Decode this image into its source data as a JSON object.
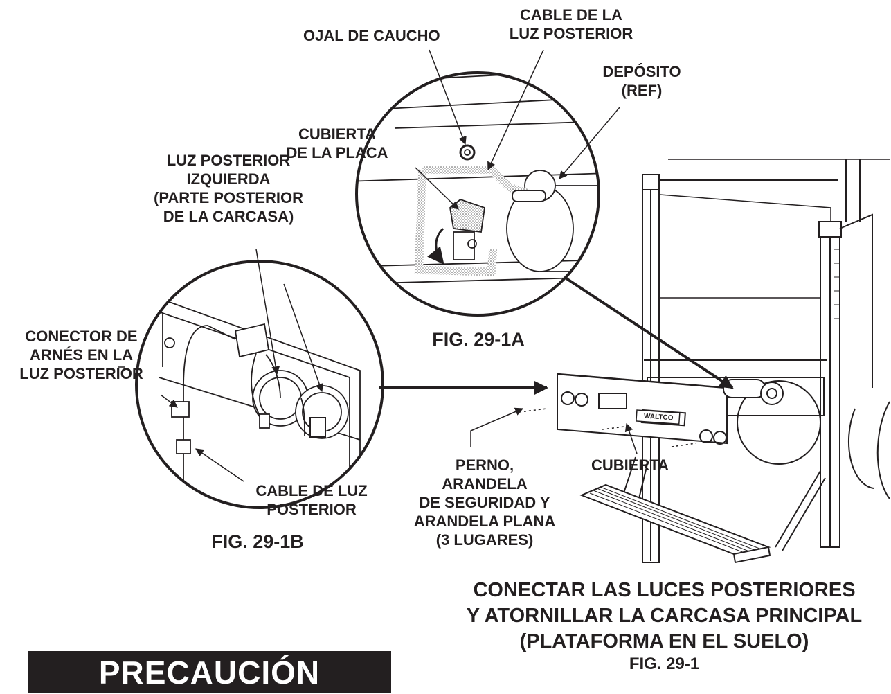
{
  "labels": {
    "grommet": "OJAL DE CAUCHO",
    "tail_cable_a": [
      "CABLE DE LA",
      "LUZ POSTERIOR"
    ],
    "reservoir": [
      "DEPÓSITO",
      "(REF)"
    ],
    "plate_cover": [
      "CUBIERTA",
      "DE LA PLACA"
    ],
    "left_tail_light": [
      "LUZ POSTERIOR",
      "IZQUIERDA",
      "(PARTE POSTERIOR",
      "DE LA CARCASA)"
    ],
    "harness_connector": [
      "CONECTOR DE",
      "ARNÉS EN LA",
      "LUZ POSTERIOR"
    ],
    "tail_cable_b": [
      "CABLE DE LUZ",
      "POSTERIOR"
    ],
    "bolt": [
      "PERNO,",
      "ARANDELA",
      "DE SEGURIDAD Y",
      "ARANDELA PLANA",
      "(3 LUGARES)"
    ],
    "cover": "CUBIERTA"
  },
  "figures": {
    "fig_a": "FIG. 29-1A",
    "fig_b": "FIG. 29-1B"
  },
  "title": {
    "lines": [
      "CONECTAR LAS LUCES POSTERIORES",
      "Y ATORNILLAR LA CARCASA PRINCIPAL",
      "(PLATAFORMA EN EL SUELO)"
    ],
    "figure": "FIG. 29-1"
  },
  "caution": "PRECAUCIÓN",
  "product_logo": "WALTCO",
  "colors": {
    "ink": "#231f20",
    "paper": "#ffffff",
    "shade": "#cfcfcf"
  }
}
